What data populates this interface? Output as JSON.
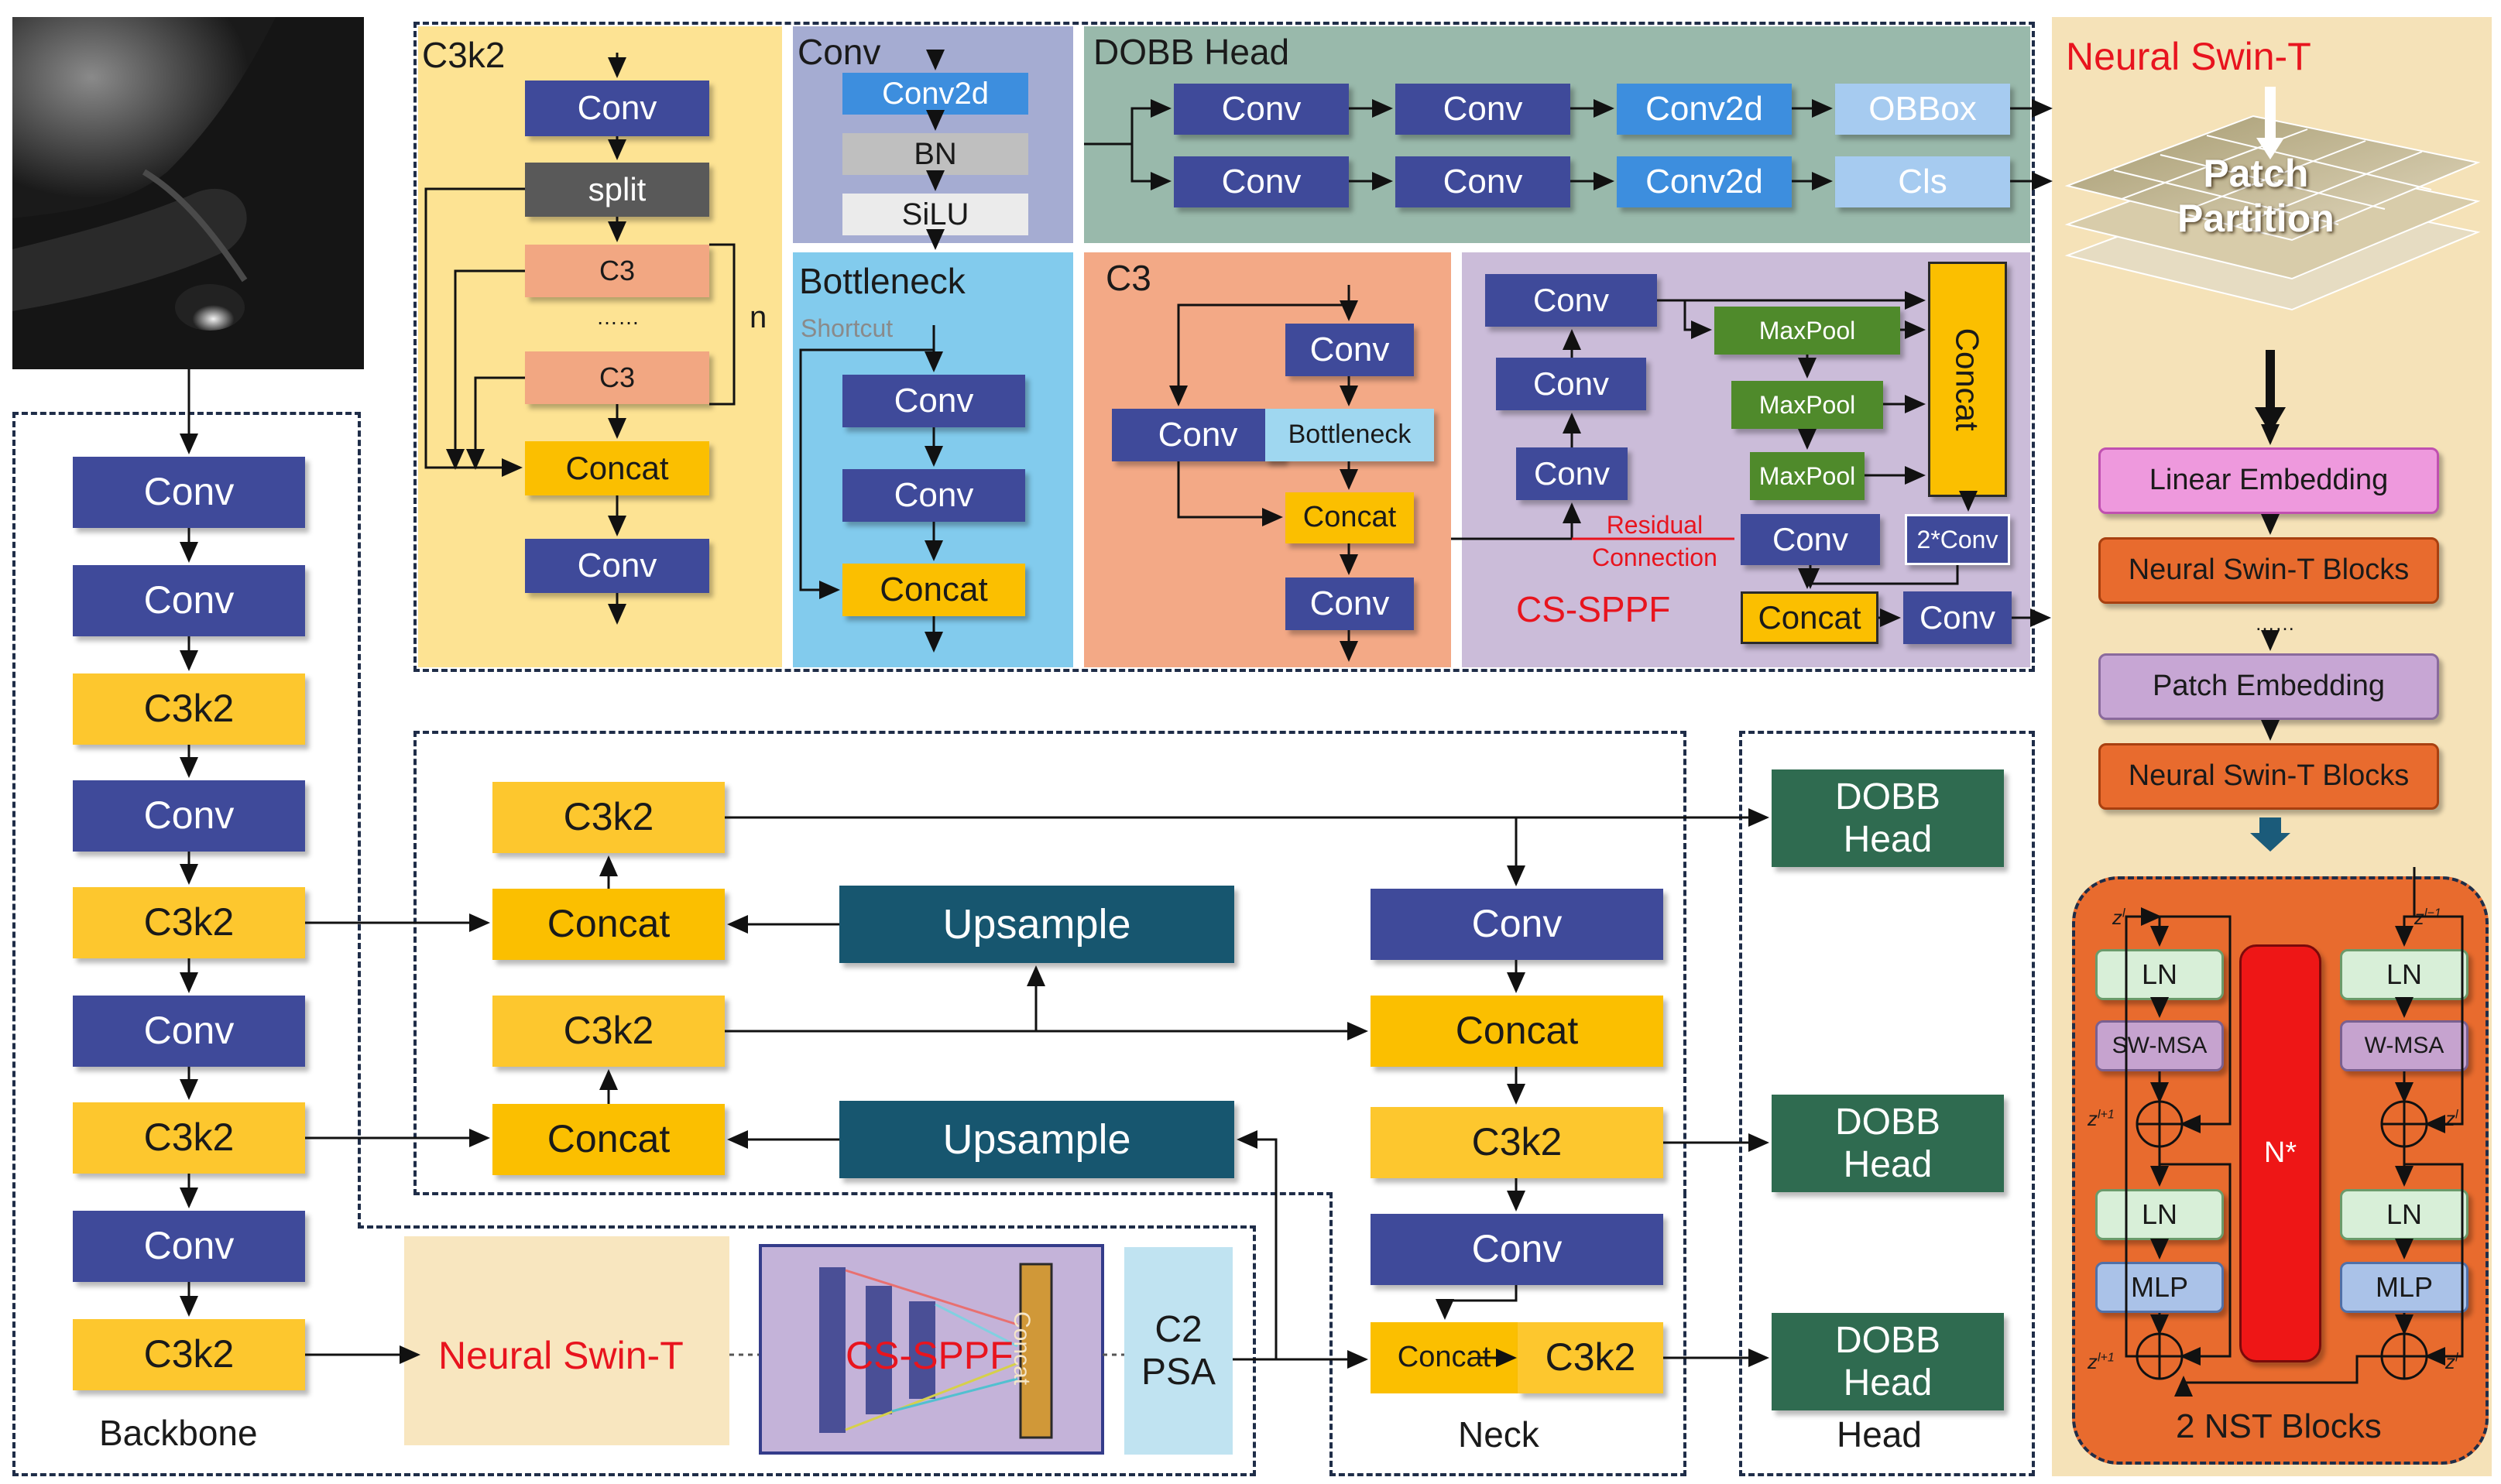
{
  "sections": {
    "backbone": "Backbone",
    "neck": "Neck",
    "head": "Head",
    "c3k2": "C3k2",
    "conv": "Conv",
    "dobb_head": "DOBB Head",
    "bottleneck": "Bottleneck",
    "c3": "C3",
    "cs_sppf": "CS-SPPF",
    "neural_swin_t": "Neural Swin-T",
    "nst_blocks": "2 NST Blocks"
  },
  "backbone": [
    "Conv",
    "Conv",
    "C3k2",
    "Conv",
    "C3k2",
    "Conv",
    "C3k2",
    "Conv",
    "C3k2"
  ],
  "bottom_row": {
    "neural_swin_t": "Neural Swin-T",
    "cs_sppf": "CS-SPPF",
    "concat": "Concat",
    "c2psa": "C2\nPSA"
  },
  "neck": {
    "c3k2_top": "C3k2",
    "concat_1": "Concat",
    "upsample_1": "Upsample",
    "c3k2_mid": "C3k2",
    "concat_2": "Concat",
    "upsample_2": "Upsample",
    "conv_r1": "Conv",
    "concat_r": "Concat",
    "c3k2_r": "C3k2",
    "conv_r2": "Conv",
    "concat_small": "Concat",
    "c3k2_small": "C3k2"
  },
  "head": [
    "DOBB\nHead",
    "DOBB\nHead",
    "DOBB\nHead"
  ],
  "c3k2_detail": {
    "conv_top": "Conv",
    "split": "split",
    "c3_a": "C3",
    "dots": "……",
    "c3_b": "C3",
    "n": "n",
    "concat": "Concat",
    "conv_bottom": "Conv"
  },
  "conv_detail": [
    "Conv2d",
    "BN",
    "SiLU"
  ],
  "dobb_detail": {
    "row1": [
      "Conv",
      "Conv",
      "Conv2d",
      "OBBox"
    ],
    "row2": [
      "Conv",
      "Conv",
      "Conv2d",
      "Cls"
    ]
  },
  "bottleneck_detail": {
    "shortcut": "Shortcut",
    "conv_1": "Conv",
    "conv_2": "Conv",
    "concat": "Concat"
  },
  "c3_detail": {
    "conv_left": "Conv",
    "conv_top": "Conv",
    "bottleneck": "Bottleneck",
    "concat": "Concat",
    "conv_bottom": "Conv"
  },
  "cssppf_detail": {
    "conv_1": "Conv",
    "conv_2": "Conv",
    "conv_3": "Conv",
    "maxpool_1": "MaxPool",
    "maxpool_2": "MaxPool",
    "maxpool_3": "MaxPool",
    "concat_v": "Concat",
    "residual": "Residual\nConnection",
    "conv_4": "Conv",
    "conv_2x": "2*Conv",
    "concat": "Concat",
    "conv_out": "Conv"
  },
  "swin": {
    "title": "Neural Swin-T",
    "patch_partition": "Patch\nPartition",
    "linear_embedding": "Linear Embedding",
    "blocks_1": "Neural Swin-T Blocks",
    "dots": "……",
    "patch_embedding": "Patch Embedding",
    "blocks_2": "Neural Swin-T Blocks"
  },
  "nst": {
    "ln_1": "LN",
    "sw_msa": "SW-MSA",
    "ln_2": "LN",
    "mlp_1": "MLP",
    "ln_3": "LN",
    "w_msa": "W-MSA",
    "ln_4": "LN",
    "mlp_2": "MLP",
    "n_star": "N*",
    "z_l": "z",
    "z_l_minus": "z",
    "z_l_plus": "z"
  },
  "colors": {
    "conv": "#3f4a9a",
    "c3k2": "#fdc72e",
    "concat": "#fbbf00",
    "upsample": "#17566f",
    "dobb_head": "#2f6b50",
    "accent_red": "#e8141e"
  }
}
